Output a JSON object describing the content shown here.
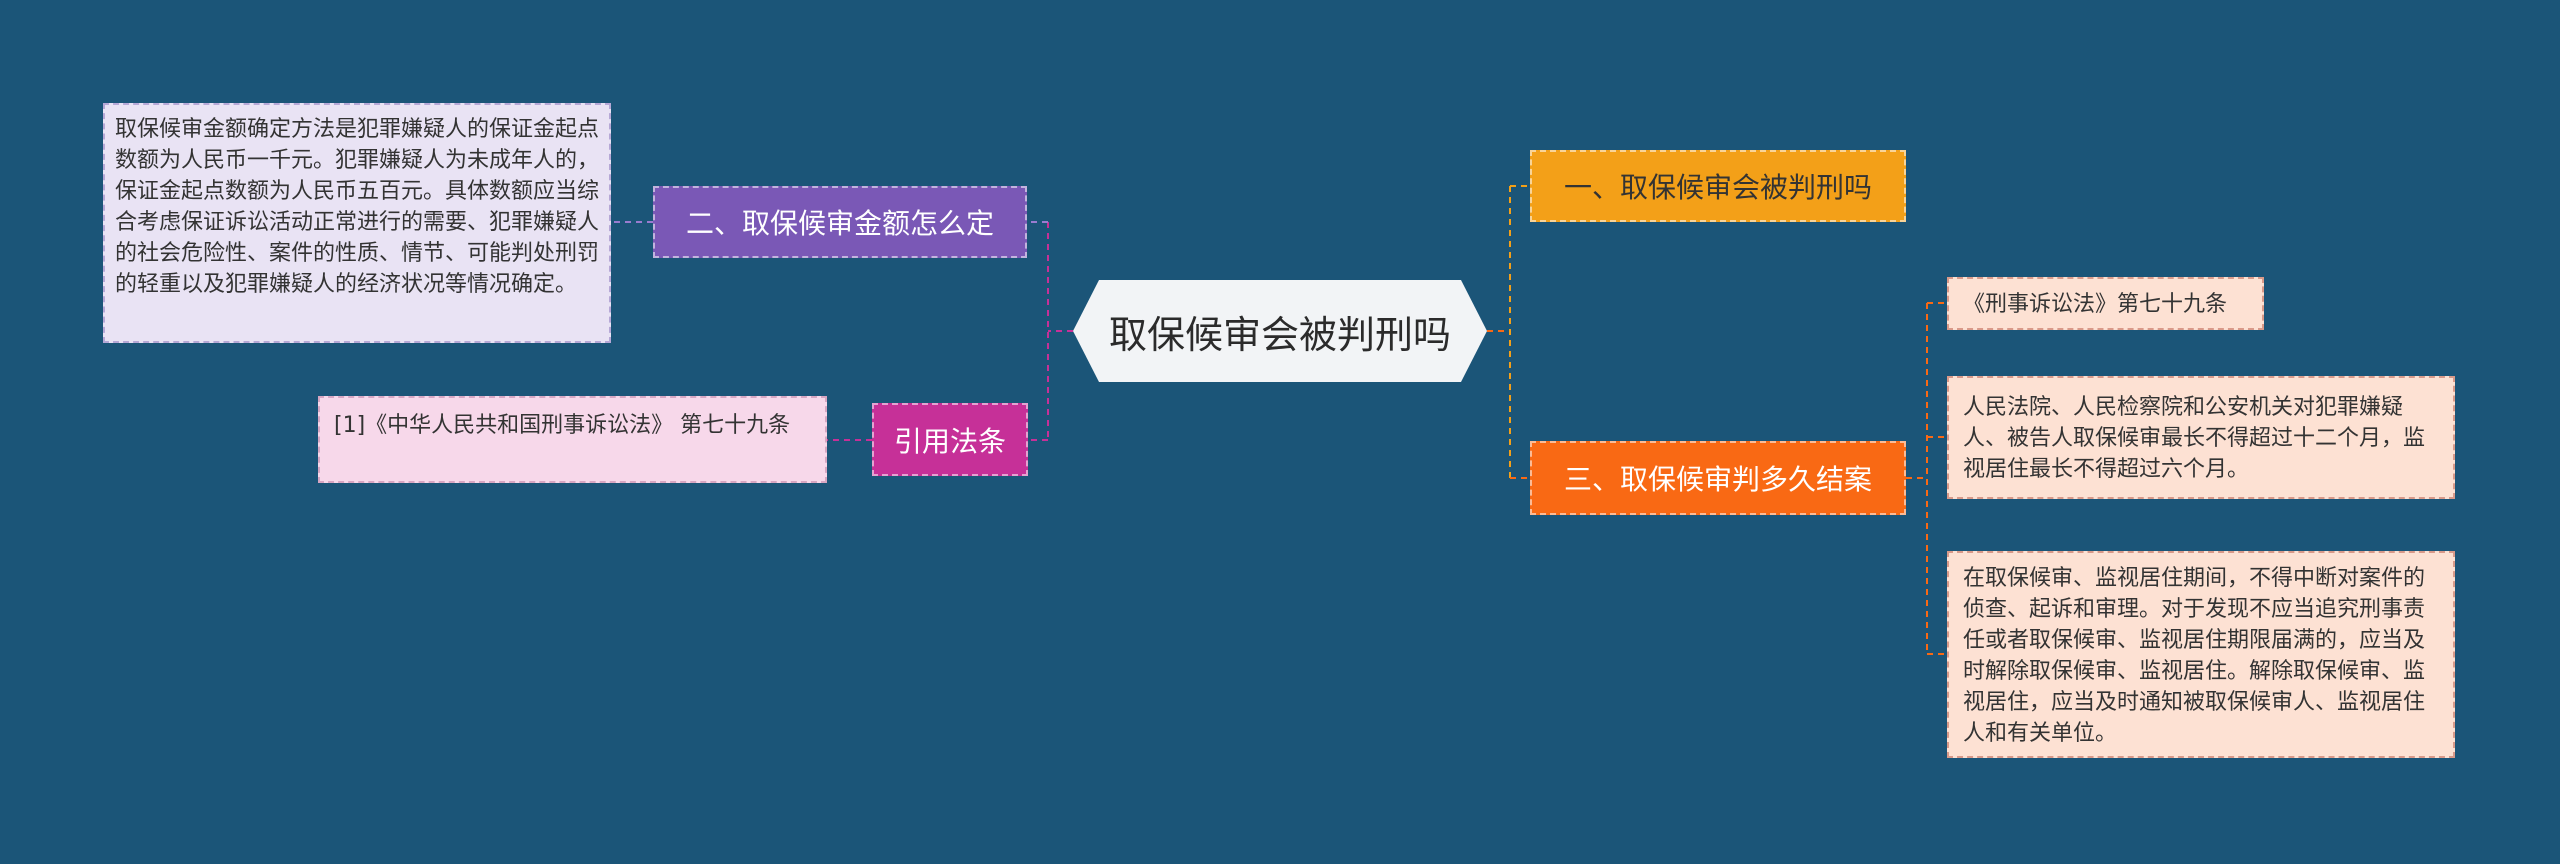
{
  "center": {
    "label": "取保候审会被判刑吗"
  },
  "branches": {
    "amount": {
      "label": "二、取保候审金额怎么定",
      "detail": "取保候审金额确定方法是犯罪嫌疑人的保证金起点数额为人民币一千元。犯罪嫌疑人为未成年人的，保证金起点数额为人民币五百元。具体数额应当综合考虑保证诉讼活动正常进行的需要、犯罪嫌疑人的社会危险性、案件的性质、情节、可能判处刑罚的轻重以及犯罪嫌疑人的经济状况等情况确定。"
    },
    "law": {
      "label": "引用法条",
      "detail": "[1]《中华人民共和国刑事诉讼法》 第七十九条"
    },
    "one": {
      "label": "一、取保候审会被判刑吗"
    },
    "three": {
      "label": "三、取保候审判多久结案",
      "details": [
        "《刑事诉讼法》第七十九条",
        "人民法院、人民检察院和公安机关对犯罪嫌疑人、被告人取保候审最长不得超过十二个月，监视居住最长不得超过六个月。",
        "在取保候审、监视居住期间，不得中断对案件的侦查、起诉和审理。对于发现不应当追究刑事责任或者取保候审、监视居住期限届满的，应当及时解除取保候审、监视居住。解除取保候审、监视居住，应当及时通知被取保候审人、监视居住人和有关单位。"
      ]
    }
  },
  "colors": {
    "background": "#1b5578",
    "amount": "#7a58b6",
    "law": "#c63098",
    "one": "#f3a018",
    "three": "#f96914"
  }
}
